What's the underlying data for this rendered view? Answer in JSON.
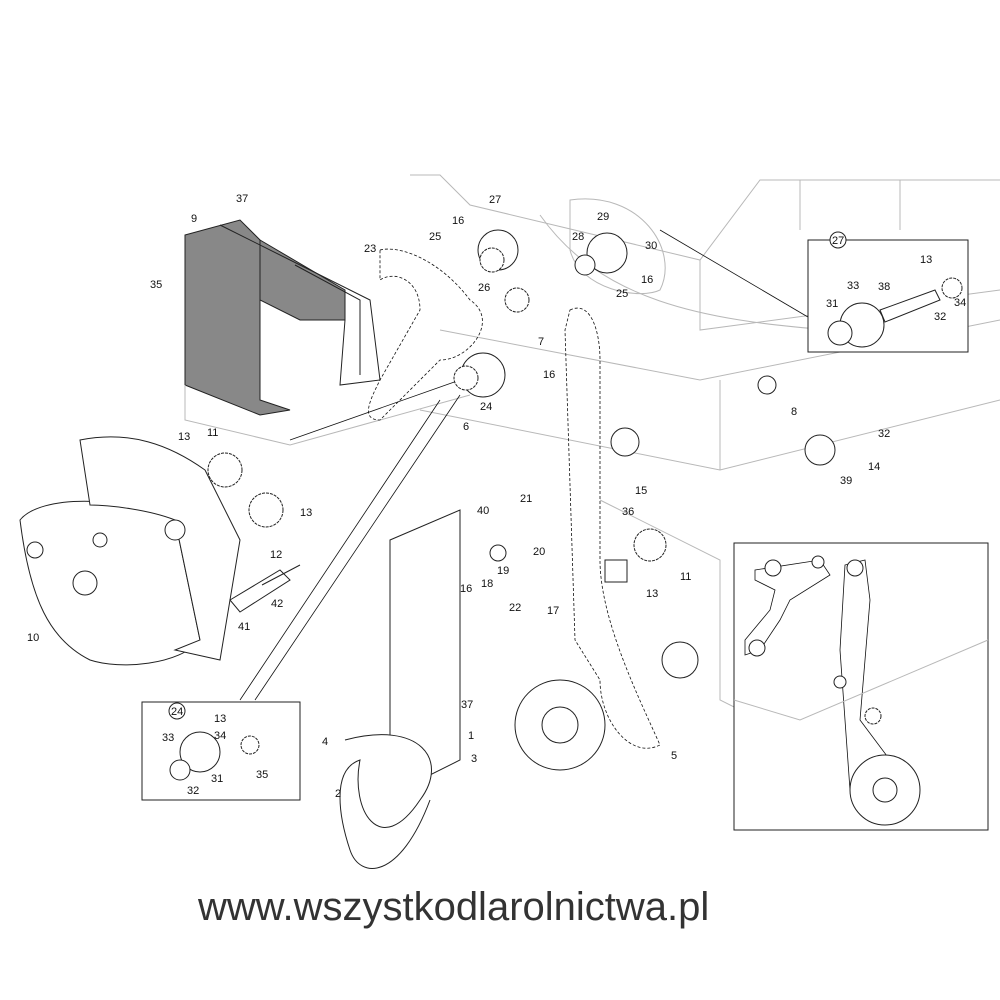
{
  "watermark": "www.wszystkodlarolnictwa.pl",
  "labels": [
    "37",
    "9",
    "35",
    "23",
    "27",
    "16",
    "25",
    "29",
    "28",
    "30",
    "16",
    "25",
    "26",
    "7",
    "16",
    "24",
    "6",
    "13",
    "11",
    "12",
    "13",
    "10",
    "41",
    "42",
    "40",
    "21",
    "36",
    "15",
    "20",
    "19",
    "18",
    "16",
    "11",
    "13",
    "22",
    "17",
    "37",
    "4",
    "1",
    "3",
    "2",
    "5",
    "8",
    "32",
    "14",
    "39"
  ],
  "inset_27": {
    "callout": "27",
    "labels": [
      "13",
      "33",
      "38",
      "31",
      "32",
      "34"
    ]
  },
  "inset_24": {
    "callout": "24",
    "labels": [
      "13",
      "34",
      "33",
      "35",
      "31",
      "32"
    ]
  }
}
